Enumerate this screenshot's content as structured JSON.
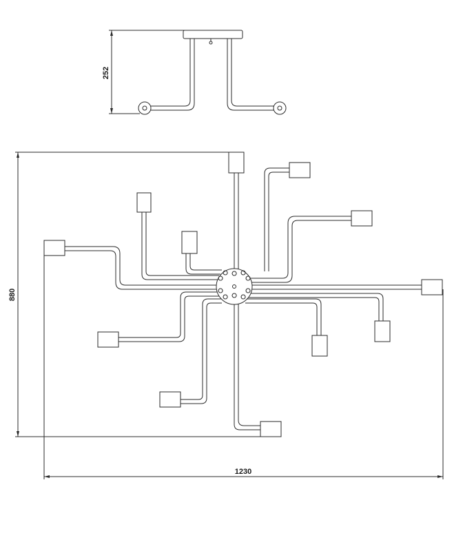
{
  "dimensions": {
    "height_side": "252",
    "height_top": "880",
    "width_top": "1230"
  },
  "colors": {
    "line": "#2a2a2a",
    "background": "#ffffff"
  }
}
